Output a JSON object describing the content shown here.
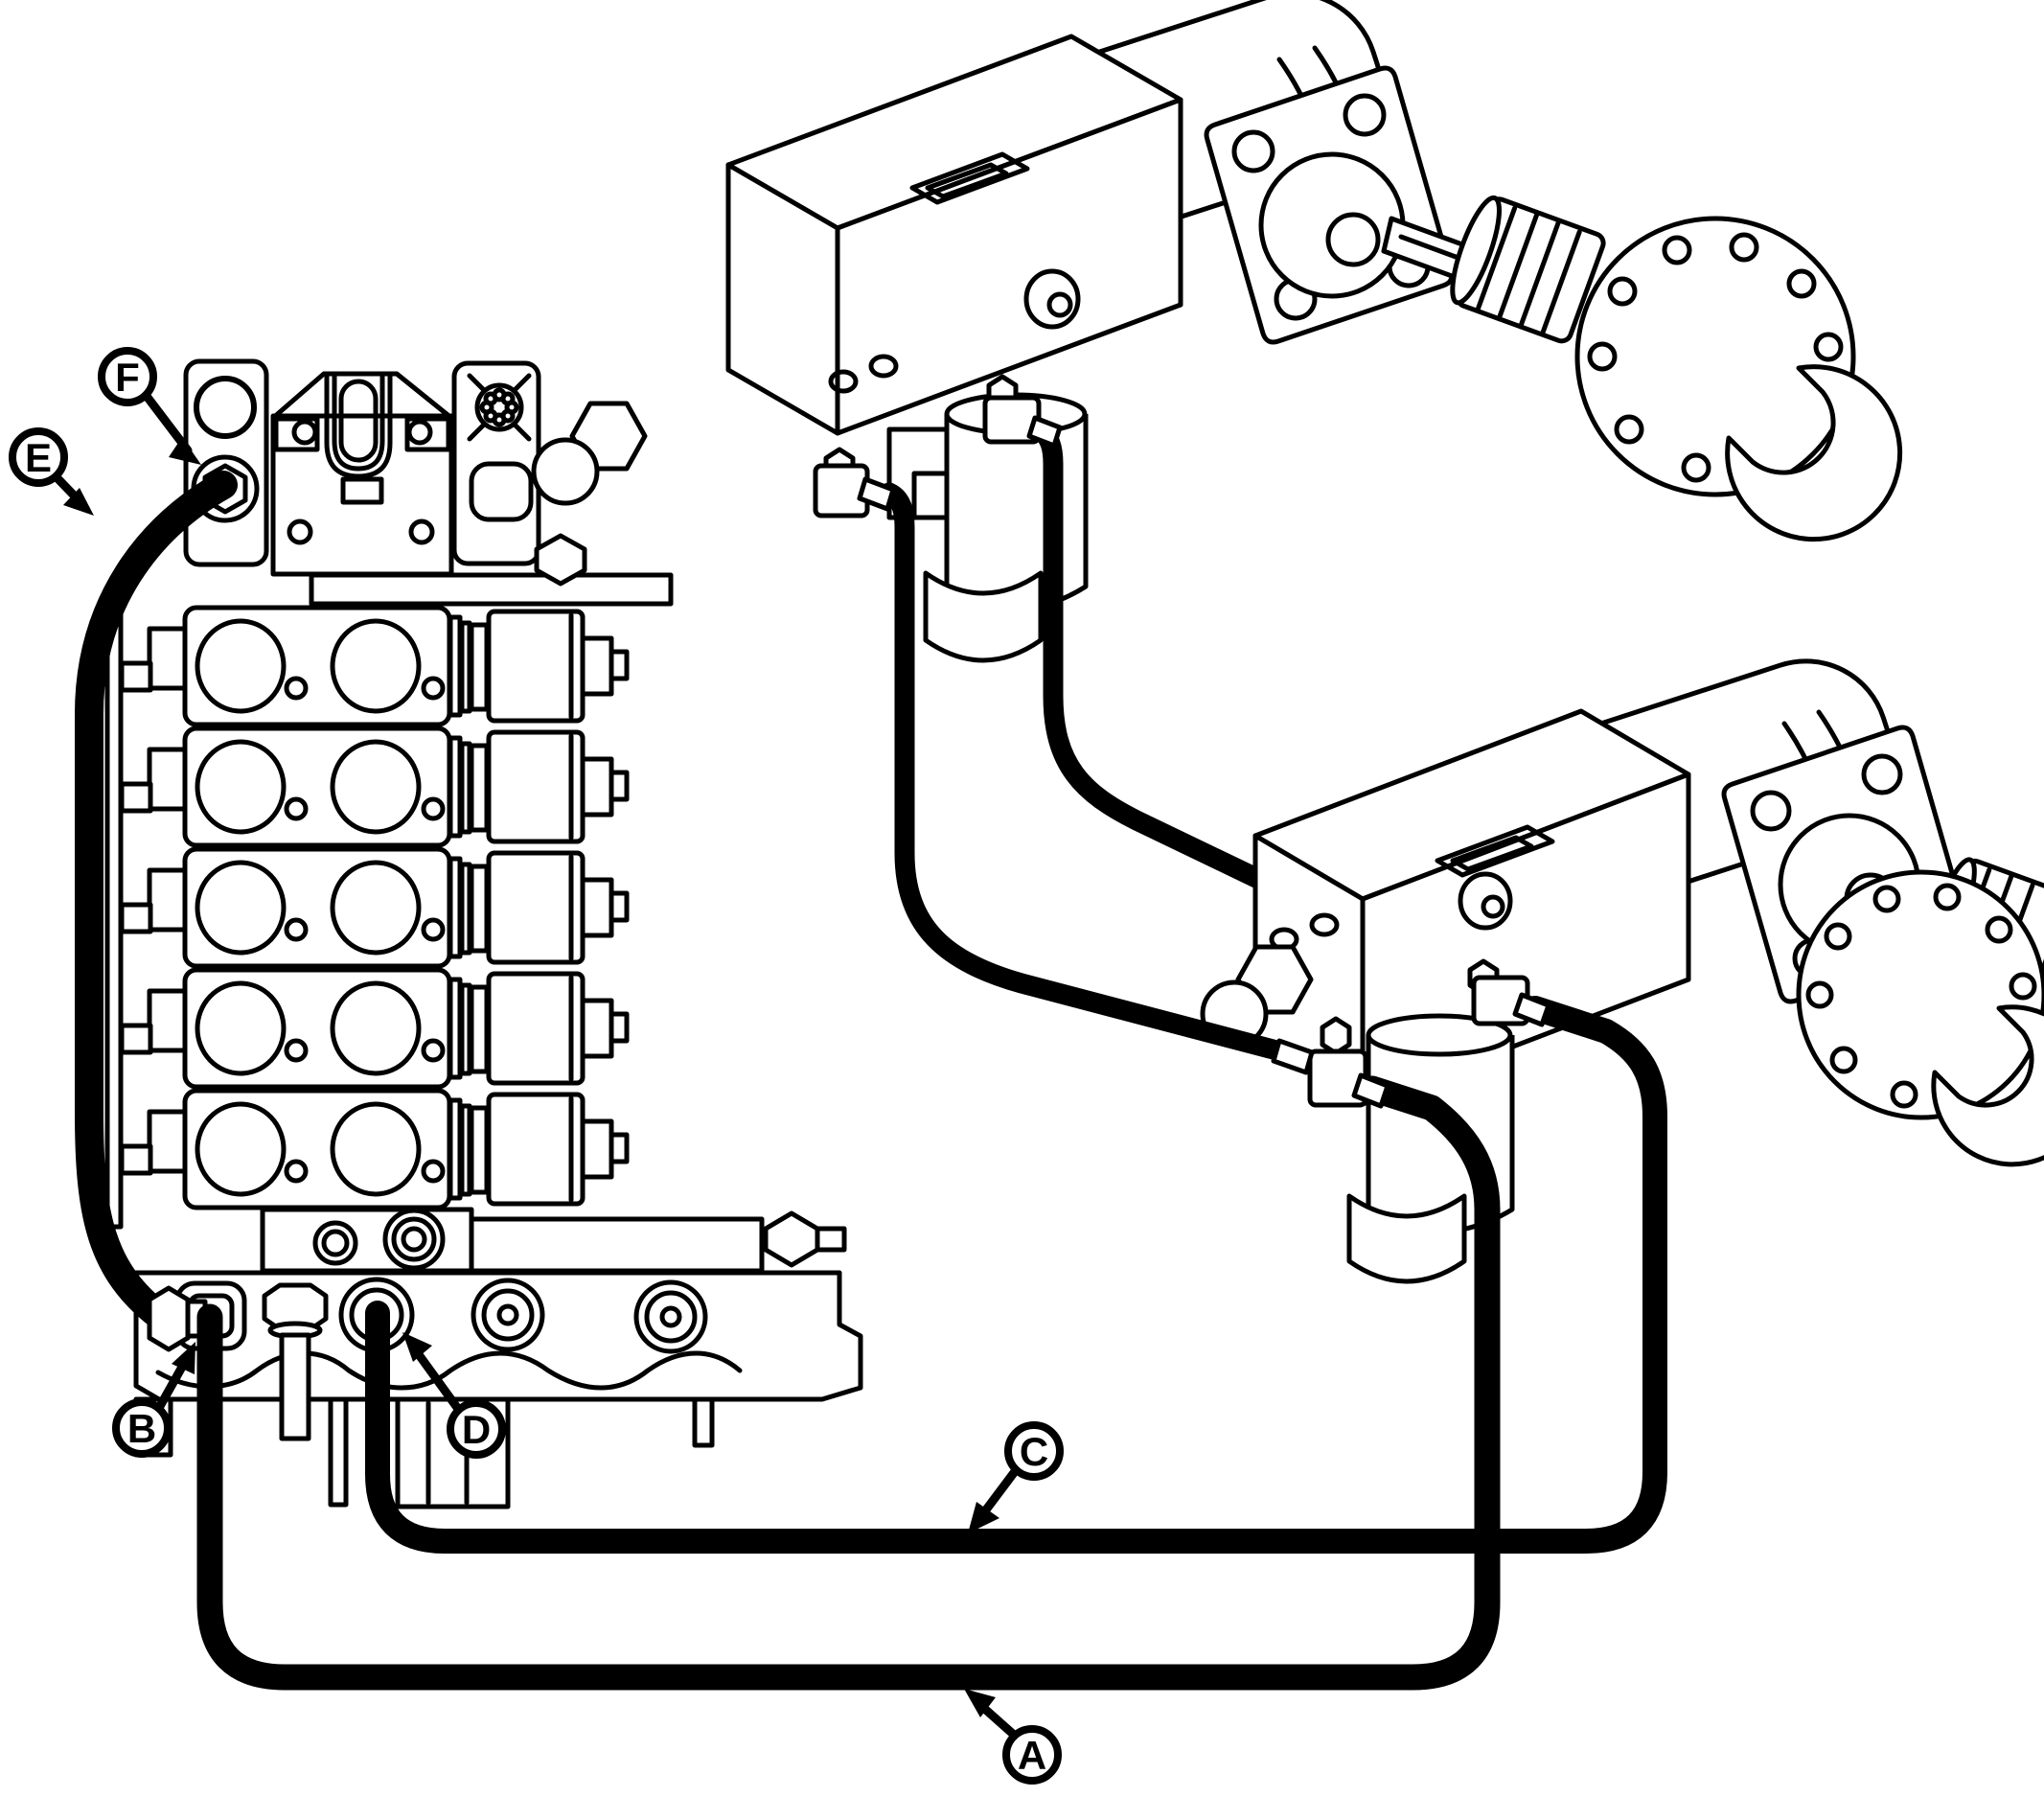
{
  "figure": {
    "type": "diagram",
    "colors": {
      "line": "#000000",
      "background": "#ffffff"
    },
    "callouts": [
      {
        "label": "A",
        "target": "lower-return-hose"
      },
      {
        "label": "B",
        "target": "manifold-port-left"
      },
      {
        "label": "C",
        "target": "upper-return-hose"
      },
      {
        "label": "D",
        "target": "manifold-port-second"
      },
      {
        "label": "E",
        "target": "left-curved-hose"
      },
      {
        "label": "F",
        "target": "bracket-port-fitting"
      }
    ]
  }
}
